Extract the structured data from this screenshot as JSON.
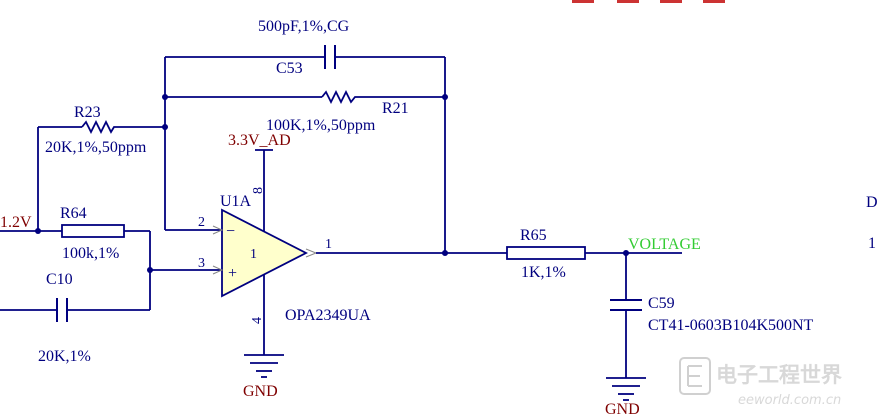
{
  "c53": {
    "value": "500pF,1%,CG",
    "ref": "C53"
  },
  "r21": {
    "value": "100K,1%,50ppm",
    "ref": "R21"
  },
  "r23": {
    "ref": "R23",
    "value": "20K,1%,50ppm"
  },
  "r64": {
    "ref": "R64",
    "value": "100k,1%"
  },
  "c10": {
    "ref": "C10",
    "value": "20K,1%"
  },
  "left_net": {
    "label": "1.2V"
  },
  "u1a": {
    "ref": "U1A",
    "part": "OPA2349UA",
    "unit_number": "1",
    "pin_inverting": "2",
    "pin_noninverting": "3",
    "pin_output": "1",
    "pin_vcc": "8",
    "pin_gnd": "4",
    "minus_sign": "−",
    "plus_sign": "+"
  },
  "power": {
    "label": "3.3V_AD"
  },
  "r65": {
    "ref": "R65",
    "value": "1K,1%"
  },
  "net_voltage": {
    "label": "VOLTAGE"
  },
  "c59": {
    "ref": "C59",
    "value": "CT41-0603B104K500NT"
  },
  "gnd_u1": {
    "label": "GND"
  },
  "gnd_c59": {
    "label": "GND"
  },
  "cut_right": {
    "line1": "D",
    "line2": "1"
  },
  "watermark": {
    "text": "电子工程世界",
    "sub": "eeworld.com.cn"
  },
  "colors": {
    "wire": "#00007f",
    "text": "#00007f",
    "power_text": "#7f0000",
    "net_label": "#33cc33",
    "component_fill": "#ffffcc"
  }
}
